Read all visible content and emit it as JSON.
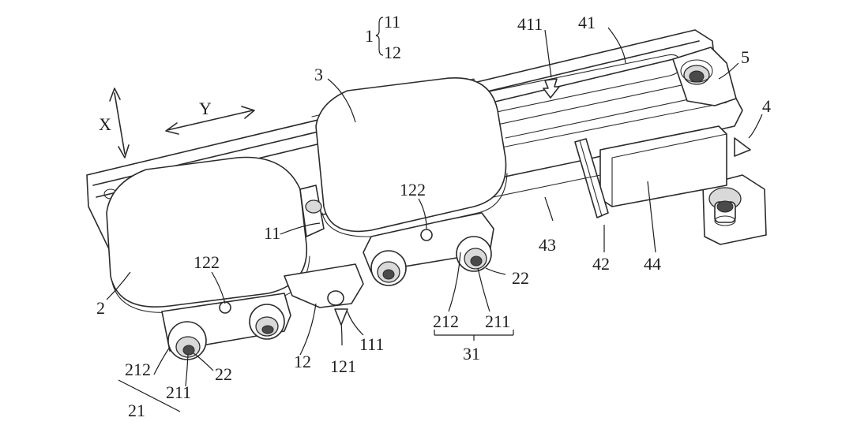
{
  "figure": {
    "labels": {
      "l1": "1",
      "l11_top": "11",
      "l12_top": "12",
      "l2": "2",
      "l3": "3",
      "l4": "4",
      "l5": "5",
      "l11": "11",
      "l12": "12",
      "l21": "21",
      "l22_left": "22",
      "l22_right": "22",
      "l31": "31",
      "l41": "41",
      "l42": "42",
      "l43": "43",
      "l44": "44",
      "l111": "111",
      "l121": "121",
      "l122_left": "122",
      "l122_right": "122",
      "l211_left": "211",
      "l211_right": "211",
      "l212_left": "212",
      "l212_right": "212",
      "l411": "411",
      "axis_x": "X",
      "axis_y": "Y"
    }
  }
}
